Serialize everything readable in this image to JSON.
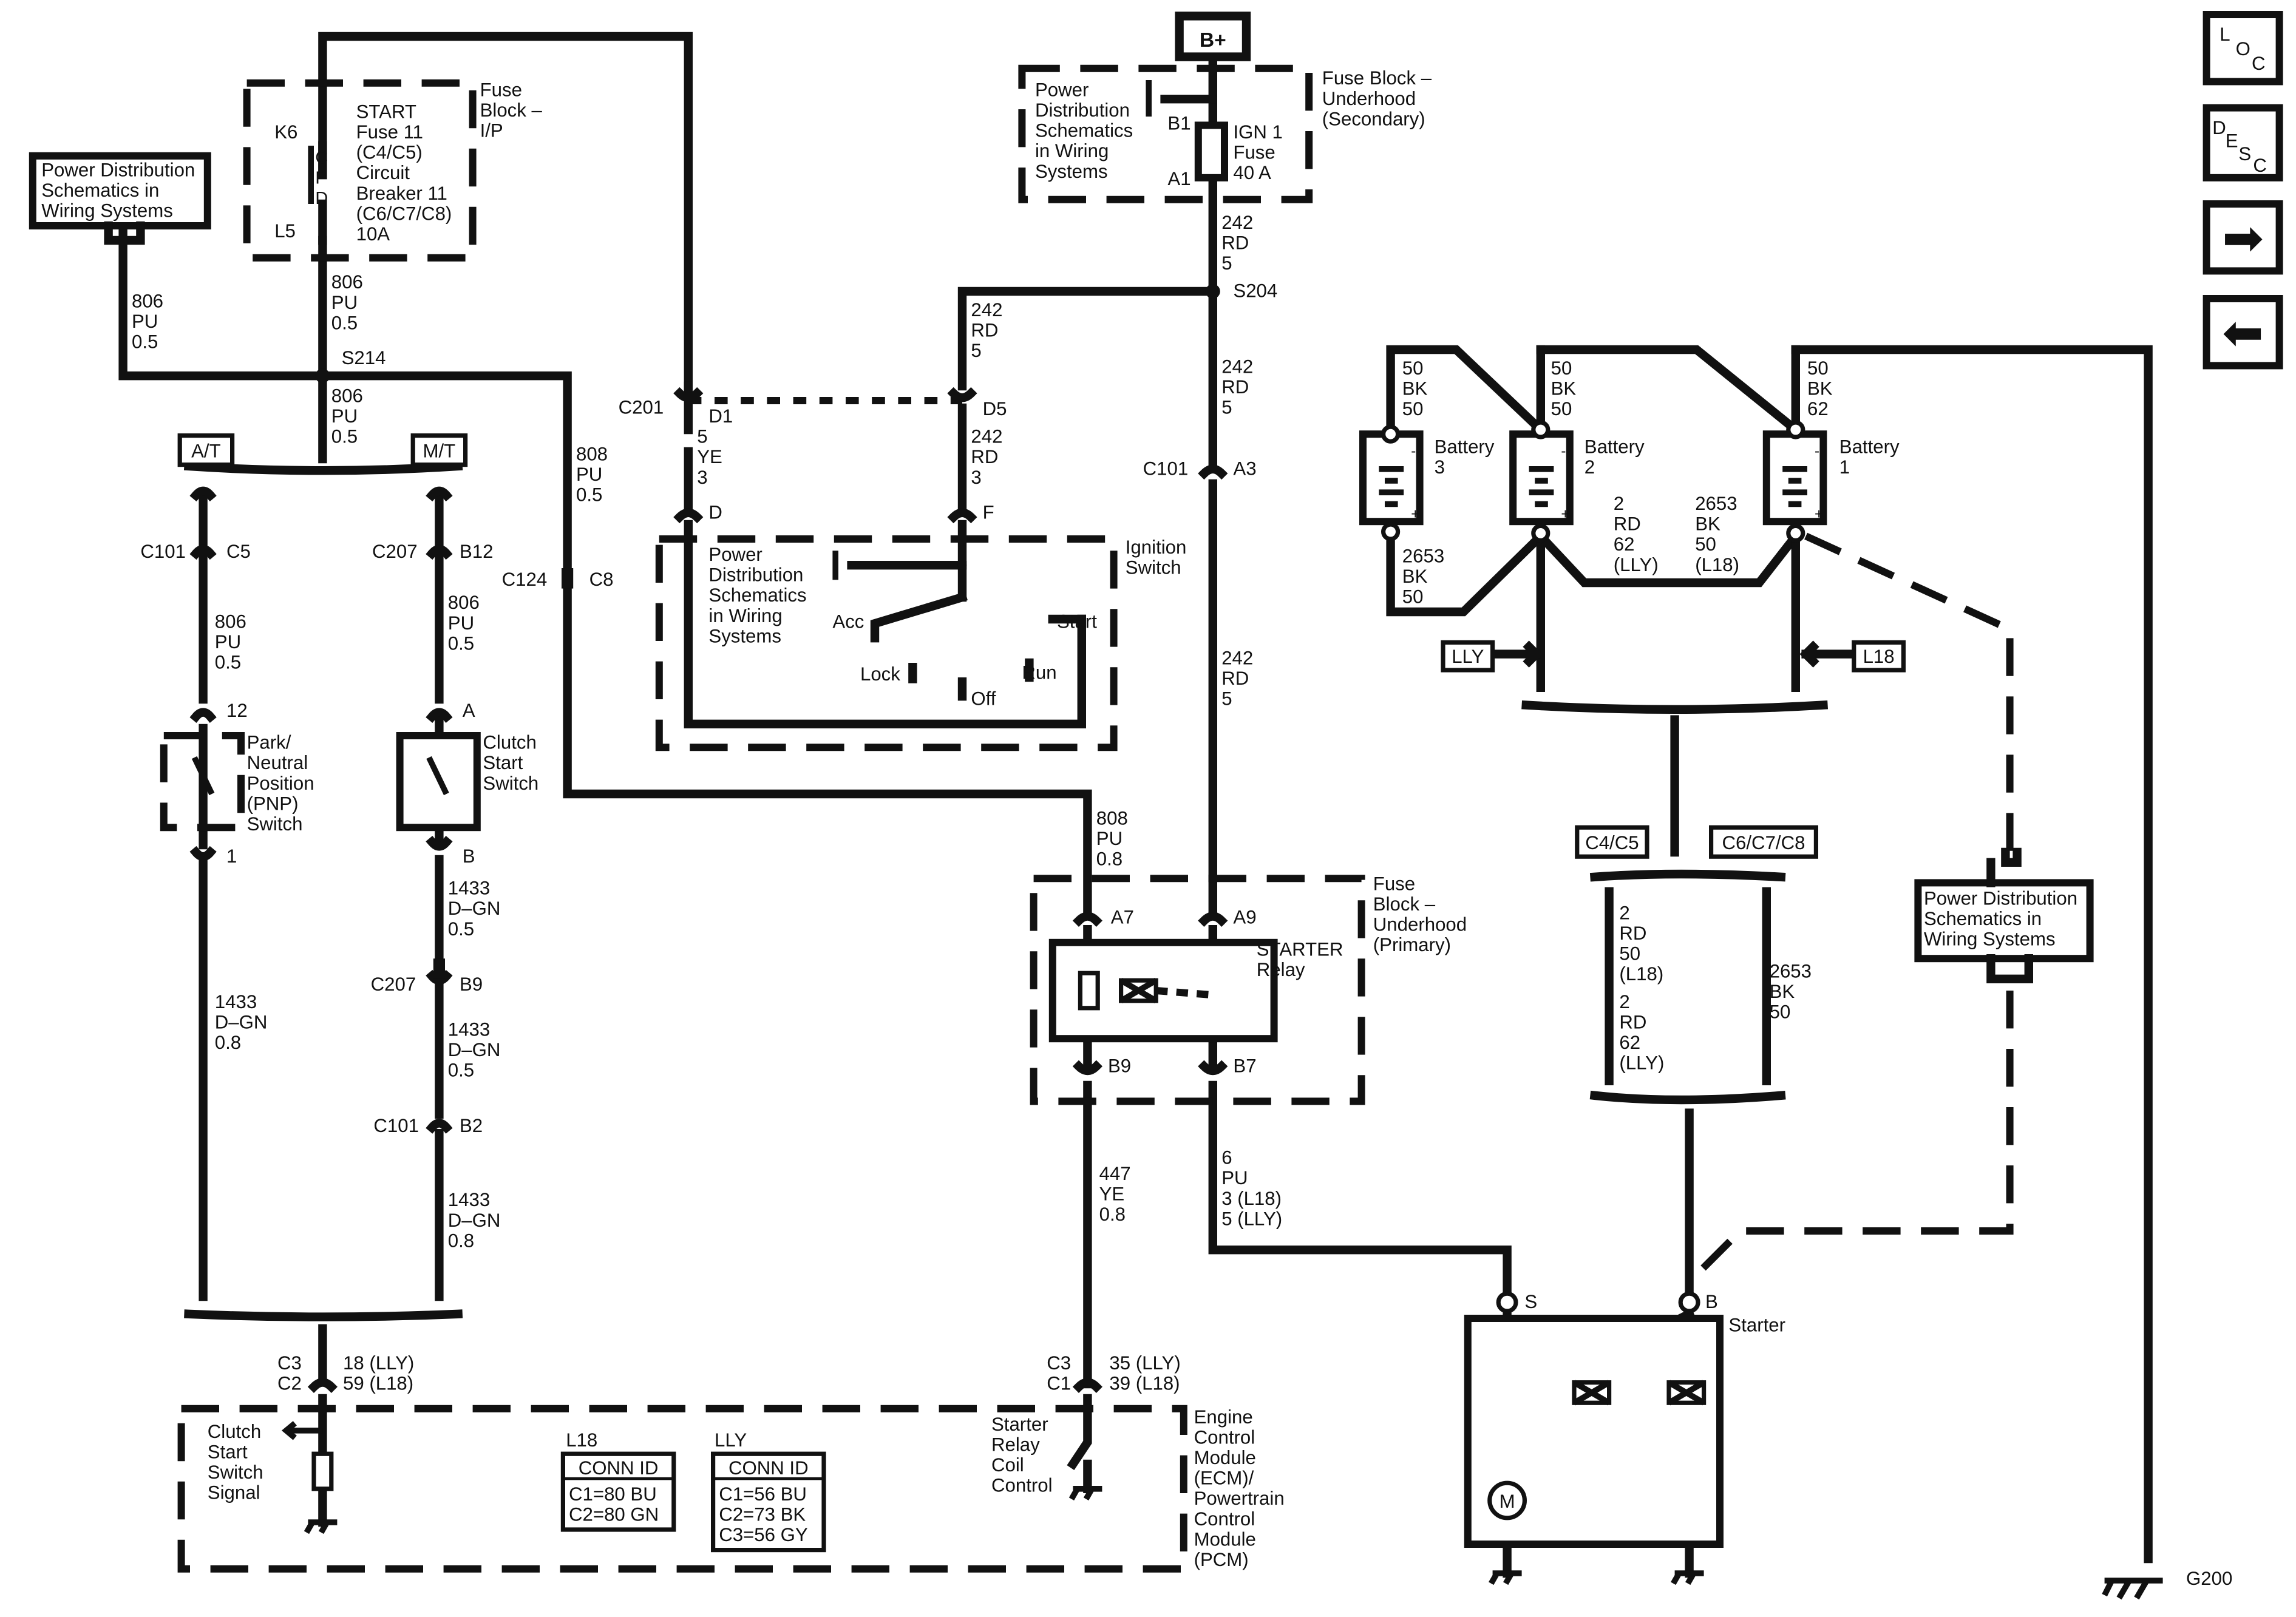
{
  "nav": {
    "loc_letters": [
      "L",
      "O",
      "C"
    ],
    "desc_letters": [
      "D",
      "E",
      "S",
      "C"
    ],
    "next_glyph": "➡",
    "prev_glyph": "⬅"
  },
  "power": {
    "b_plus": "B+",
    "pds_text": [
      "Power",
      "Distribution",
      "Schematics",
      "in Wiring",
      "Systems"
    ],
    "fuse_block_secondary": [
      "Fuse Block –",
      "Underhood",
      "(Secondary)"
    ],
    "b1": "B1",
    "a1": "A1",
    "ign_fuse": [
      "IGN 1",
      "Fuse",
      "40 A"
    ],
    "wire_top": [
      "242",
      "RD",
      "5"
    ],
    "s204": "S204",
    "wire_mid": [
      "242",
      "RD",
      "5"
    ],
    "c101": "C101",
    "a3": "A3",
    "wire_low": [
      "242",
      "RD",
      "5"
    ]
  },
  "left_top": {
    "pds_box": [
      "Power Distribution",
      "Schematics in",
      "Wiring  Systems"
    ],
    "wire_806_left": [
      "806",
      "PU",
      "0.5"
    ],
    "fuse_block_ip": [
      "Fuse",
      "Block –",
      "I/P"
    ],
    "k6": "K6",
    "l5": "L5",
    "cpd": [
      "C",
      "P",
      "D"
    ],
    "start_fuse": [
      "START",
      "Fuse 11",
      "(C4/C5)",
      "Circuit",
      "Breaker 11",
      "(C6/C7/C8)",
      "10A"
    ],
    "wire_806_a": [
      "806",
      "PU",
      "0.5"
    ],
    "s214": "S214",
    "wire_806_b": [
      "806",
      "PU",
      "0.5"
    ],
    "wire_808": [
      "808",
      "PU",
      "0.5"
    ],
    "at": "A/T",
    "mt": "M/T"
  },
  "ignition": {
    "c201": "C201",
    "d1": "D1",
    "d5": "D5",
    "wire_d1": [
      "5",
      "YE",
      "3"
    ],
    "wire_d5_top": [
      "242",
      "RD",
      "5"
    ],
    "wire_d5": [
      "242",
      "RD",
      "3"
    ],
    "d": "D",
    "f": "F",
    "pds_text": [
      "Power",
      "Distribution",
      "Schematics",
      "in Wiring",
      "Systems"
    ],
    "title": [
      "Ignition",
      "Switch"
    ],
    "acc": "Acc",
    "start": "Start",
    "lock": "Lock",
    "run": "Run",
    "off": "Off"
  },
  "at_branch": {
    "c101": "C101",
    "c5": "C5",
    "wire": [
      "806",
      "PU",
      "0.5"
    ],
    "pin12": "12",
    "switch": [
      "Park/",
      "Neutral",
      "Position",
      "(PNP)",
      "Switch"
    ],
    "pin1": "1",
    "wire_low": [
      "1433",
      "D–GN",
      "0.8"
    ]
  },
  "mt_branch": {
    "c207": "C207",
    "b12": "B12",
    "wire": [
      "806",
      "PU",
      "0.5"
    ],
    "pin_a": "A",
    "switch": [
      "Clutch",
      "Start",
      "Switch"
    ],
    "pin_b": "B",
    "wire_b": [
      "1433",
      "D–GN",
      "0.5"
    ],
    "c207_b": "C207",
    "b9": "B9",
    "wire_b9": [
      "1433",
      "D–GN",
      "0.5"
    ],
    "c101": "C101",
    "b2": "B2",
    "wire_b2": [
      "1433",
      "D–GN",
      "0.8"
    ]
  },
  "c124": {
    "c124": "C124",
    "c8": "C8"
  },
  "relay": {
    "wire_808": [
      "808",
      "PU",
      "0.8"
    ],
    "a7": "A7",
    "a9": "A9",
    "title": [
      "STARTER",
      "Relay"
    ],
    "fuse_block_primary": [
      "Fuse",
      "Block –",
      "Underhood",
      "(Primary)"
    ],
    "b9": "B9",
    "b7": "B7",
    "wire_447": [
      "447",
      "YE",
      "0.8"
    ],
    "wire_6": [
      "6",
      "PU",
      "3  (L18)",
      "5  (LLY)"
    ]
  },
  "ecm": {
    "c3_left": [
      "C3",
      "C2"
    ],
    "pins_left": [
      "18 (LLY)",
      "59 (L18)"
    ],
    "c3_right": [
      "C3",
      "C1"
    ],
    "pins_right": [
      "35 (LLY)",
      "39 (L18)"
    ],
    "clutch_signal": [
      "Clutch",
      "Start",
      "Switch",
      "Signal"
    ],
    "relay_coil": [
      "Starter",
      "Relay",
      "Coil",
      "Control"
    ],
    "title": [
      "Engine",
      "Control",
      "Module",
      "(ECM)/",
      "Powertrain",
      "Control",
      "Module",
      "(PCM)"
    ],
    "l18_table": {
      "heading": "L18",
      "header": "CONN ID",
      "rows": [
        "C1=80 BU",
        "C2=80 GN"
      ]
    },
    "lly_table": {
      "heading": "LLY",
      "header": "CONN ID",
      "rows": [
        "C1=56 BU",
        "C2=73 BK",
        "C3=56 GY"
      ]
    }
  },
  "batteries": {
    "wire_b3": [
      "50",
      "BK",
      "50"
    ],
    "wire_b2": [
      "50",
      "BK",
      "50"
    ],
    "wire_b1": [
      "50",
      "BK",
      "62"
    ],
    "b3": [
      "Battery",
      "3"
    ],
    "b2": [
      "Battery",
      "2"
    ],
    "b1": [
      "Battery",
      "1"
    ],
    "wire_2653_left": [
      "2653",
      "BK",
      "50"
    ],
    "wire_2_mid": [
      "2",
      "RD",
      "62",
      "(LLY)"
    ],
    "wire_2653_mid": [
      "2653",
      "BK",
      "50",
      "(L18)"
    ],
    "lly": "LLY",
    "l18": "L18",
    "c4c5": "C4/C5",
    "c6c7c8": "C6/C7/C8",
    "wire_c4": [
      "2",
      "RD",
      "50",
      "(L18)",
      "2",
      "RD",
      "62",
      "(LLY)"
    ],
    "wire_c6": [
      "2653",
      "BK",
      "50"
    ],
    "pds_box": [
      "Power Distribution",
      "Schematics in",
      "Wiring  Systems"
    ],
    "minus": "-",
    "plus": "+"
  },
  "starter": {
    "s": "S",
    "b": "B",
    "title": "Starter",
    "motor": "M",
    "g200": "G200"
  }
}
